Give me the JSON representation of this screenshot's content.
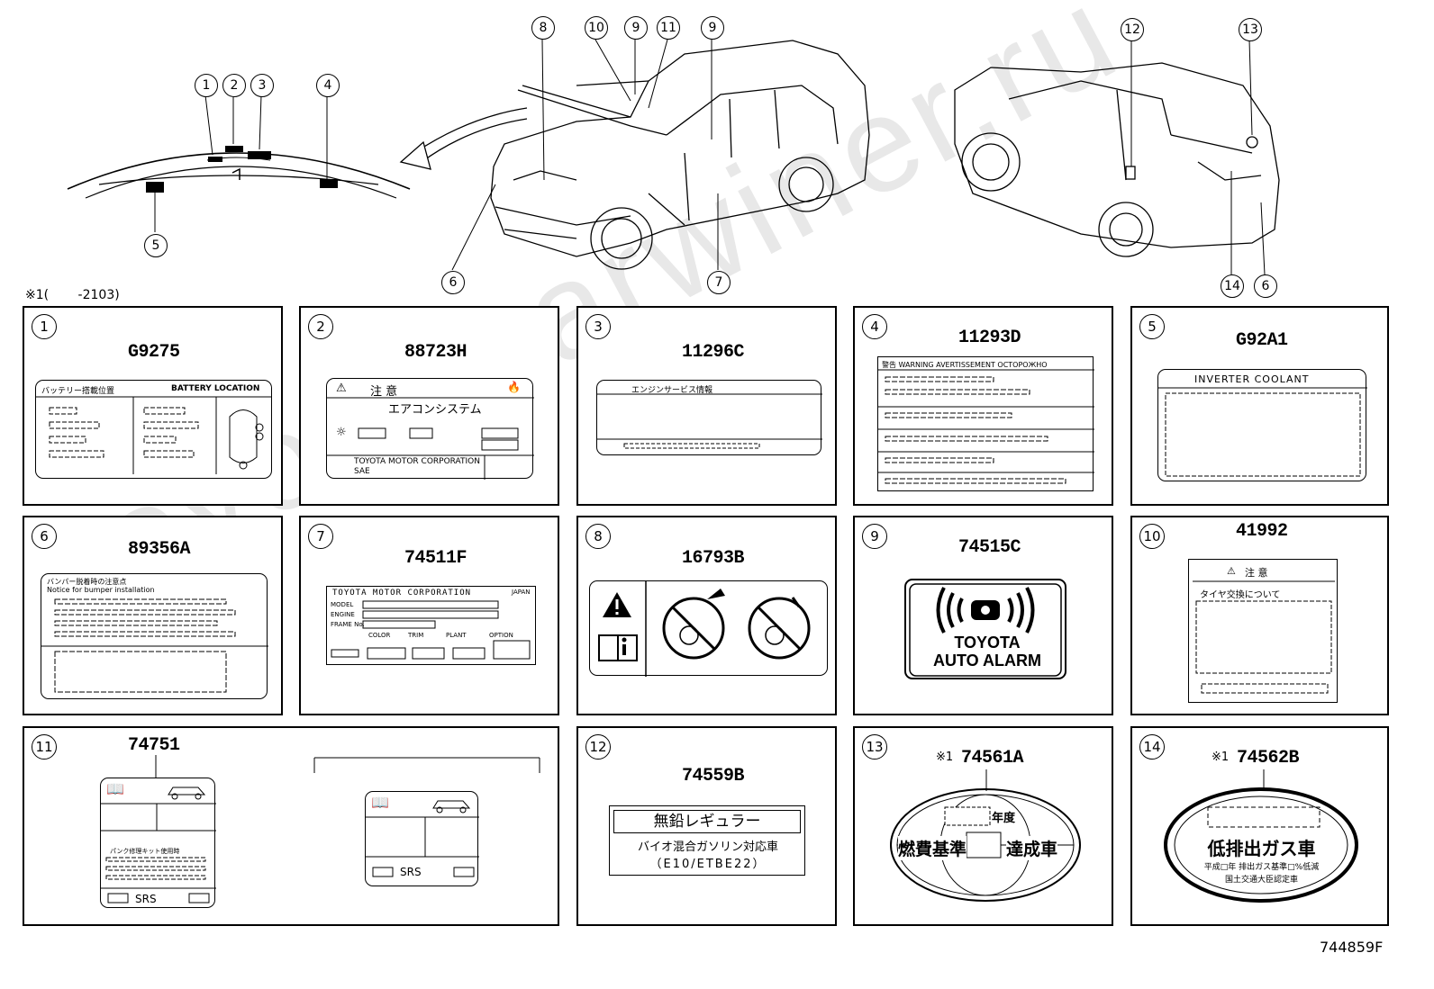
{
  "footnote": "※1(　　 -2103)",
  "figure_id": "744859F",
  "watermark": "toyota-carwiner.ru",
  "overview_callouts": [
    "1",
    "2",
    "3",
    "4",
    "5",
    "6",
    "7",
    "8",
    "9",
    "10",
    "11",
    "12",
    "13",
    "14"
  ],
  "labels": [
    {
      "no": "1",
      "part": "G9275",
      "header_jp": "バッテリー搭載位置",
      "header_en": "BATTERY LOCATION"
    },
    {
      "no": "2",
      "part": "88723H",
      "caution": "注 意",
      "system": "エアコンシステム",
      "maker": "TOYOTA MOTOR CORPORATION",
      "sae": "SAE"
    },
    {
      "no": "3",
      "part": "11296C",
      "header": "エンジンサービス情報"
    },
    {
      "no": "4",
      "part": "11293D",
      "header": "警告 WARNING AVERTISSEMENT ОСТОРОЖНО"
    },
    {
      "no": "5",
      "part": "G92A1",
      "header": "INVERTER COOLANT"
    },
    {
      "no": "6",
      "part": "89356A",
      "header_jp": "バンパー脱着時の注意点",
      "header_en": "Notice for bumper installation"
    },
    {
      "no": "7",
      "part": "74511F",
      "maker": "TOYOTA MOTOR CORPORATION",
      "japan": "JAPAN",
      "model": "MODEL",
      "engine": "ENGINE",
      "frame": "FRAME No.",
      "color": "COLOR",
      "trim": "TRIM",
      "plant": "PLANT",
      "option": "OPTION"
    },
    {
      "no": "8",
      "part": "16793B"
    },
    {
      "no": "9",
      "part": "74515C",
      "line1": "TOYOTA",
      "line2": "AUTO ALARM"
    },
    {
      "no": "10",
      "part": "41992",
      "caution": "注 意",
      "sub": "タイヤ交換について"
    },
    {
      "no": "11",
      "part": "74751",
      "srs": "SRS",
      "note": "パンク修理キット使用時"
    },
    {
      "no": "12",
      "part": "74559B",
      "line1": "無鉛レギュラー",
      "line2": "バイオ混合ガソリン対応車",
      "line3": "（E10/ETBE22）"
    },
    {
      "no": "13",
      "part": "74561A",
      "prefix": "※1",
      "nendo": "年度",
      "line1": "燃費基準",
      "line2": "達成車"
    },
    {
      "no": "14",
      "part": "74562B",
      "prefix": "※1",
      "line1": "低排出ガス車",
      "line2": "平成□年 排出ガス基準□%低減",
      "line3": "国土交通大臣認定車"
    }
  ]
}
